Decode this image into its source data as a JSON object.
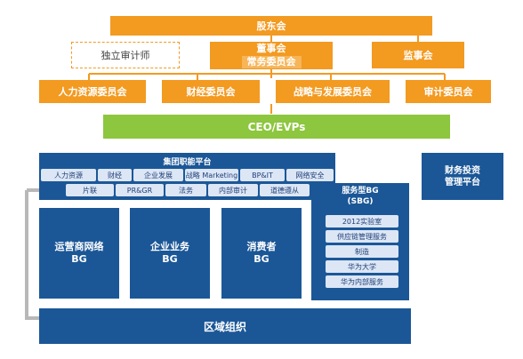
{
  "top": {
    "shareholders": "股东会",
    "auditor": "独立审计师",
    "board_line1": "董事会",
    "board_line2": "常务委员会",
    "supervisors": "监事会"
  },
  "committees": [
    "人力资源委员会",
    "财经委员会",
    "战略与发展委员会",
    "审计委员会"
  ],
  "ceo": "CEO/EVPs",
  "group_platform": {
    "title": "集团职能平台",
    "row1": [
      "人力资源",
      "财经",
      "企业发展",
      "战略 Marketing",
      "BP&IT",
      "网络安全"
    ],
    "row2": [
      "片联",
      "PR&GR",
      "法务",
      "内部审计",
      "道德遵从"
    ]
  },
  "finance_platform": {
    "line1": "财务投资",
    "line2": "管理平台"
  },
  "bgs": [
    {
      "line1": "运营商网络",
      "line2": "BG"
    },
    {
      "line1": "企业业务",
      "line2": "BG"
    },
    {
      "line1": "消费者",
      "line2": "BG"
    }
  ],
  "sbg": {
    "line1": "服务型BG",
    "line2": "(SBG)",
    "items": [
      "2012实验室",
      "供应链管理服务",
      "制造",
      "华为大学",
      "华为内部服务"
    ]
  },
  "regional": "区域组织",
  "colors": {
    "orange": "#f39a21",
    "green": "#8dc63f",
    "navy": "#1b5797",
    "light_blue": "#8aa8d8"
  }
}
